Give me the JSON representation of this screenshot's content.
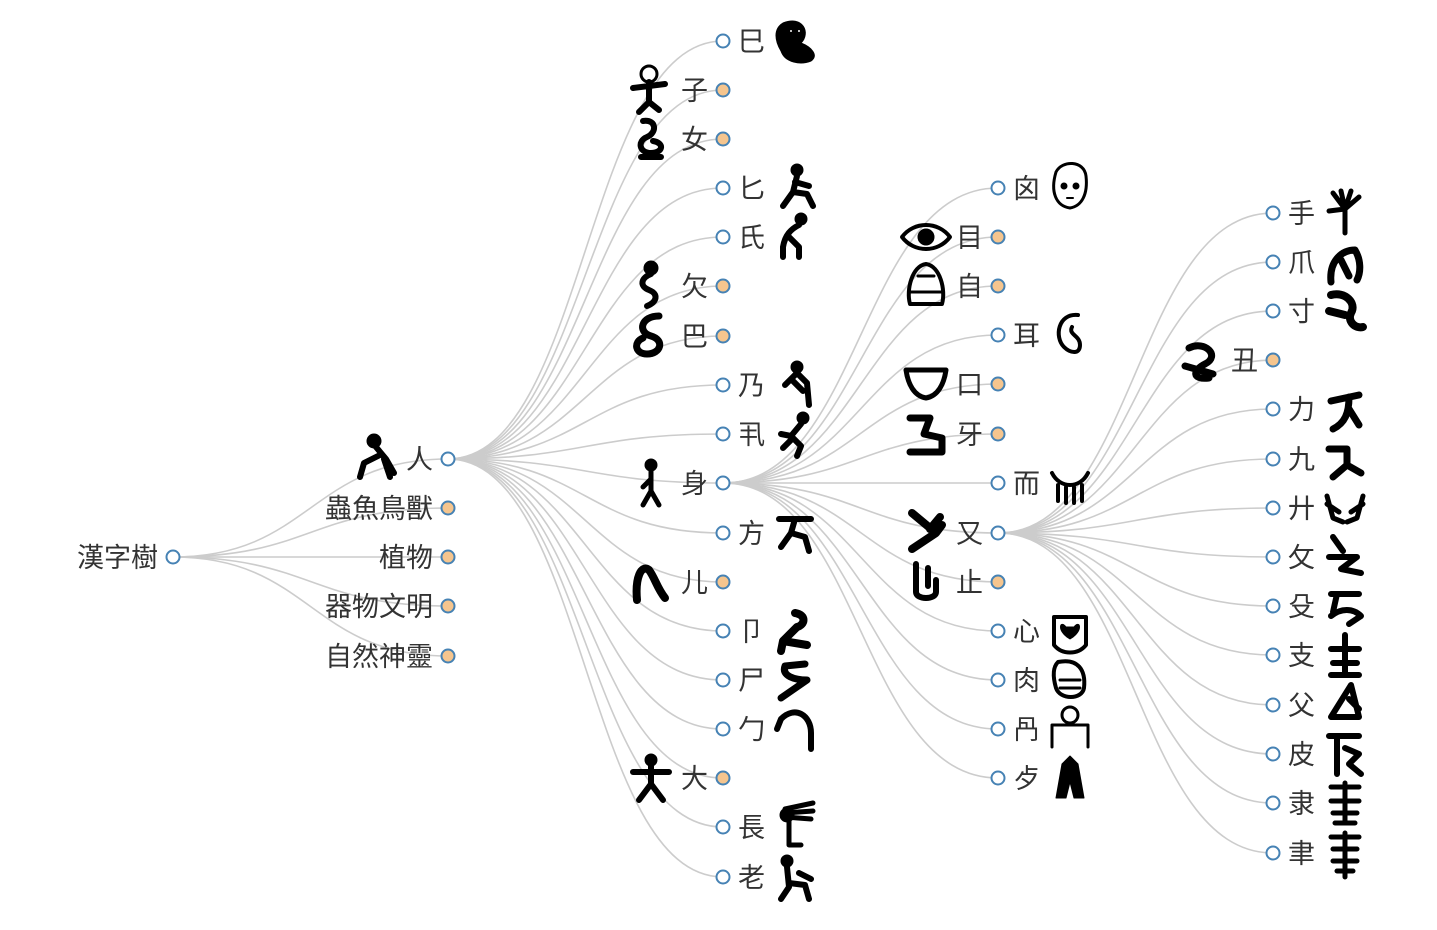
{
  "colors": {
    "link": "#cccccc",
    "circle_stroke": "#4682b4",
    "collapsed_fill": "#f5c58e",
    "expanded_fill": "#ffffff",
    "text": "#333333",
    "glyph": "#000000"
  },
  "tree": {
    "id": "root",
    "name": "漢字樹",
    "expanded": true,
    "children": [
      {
        "id": "ren",
        "name": "人",
        "expanded": true,
        "glyph": "pictogram",
        "children": [
          {
            "id": "si",
            "name": "巳",
            "expanded": true,
            "glyph": "pictogram"
          },
          {
            "id": "zi",
            "name": "子",
            "expanded": false,
            "glyph": "pictogram"
          },
          {
            "id": "nv",
            "name": "女",
            "expanded": false,
            "glyph": "pictogram"
          },
          {
            "id": "bi",
            "name": "匕",
            "expanded": true,
            "glyph": "pictogram"
          },
          {
            "id": "shi",
            "name": "氏",
            "expanded": true,
            "glyph": "pictogram"
          },
          {
            "id": "qian",
            "name": "欠",
            "expanded": false,
            "glyph": "pictogram"
          },
          {
            "id": "ba",
            "name": "巴",
            "expanded": false,
            "glyph": "pictogram"
          },
          {
            "id": "nai",
            "name": "乃",
            "expanded": true,
            "glyph": "pictogram"
          },
          {
            "id": "ji",
            "name": "丮",
            "expanded": true,
            "glyph": "pictogram"
          },
          {
            "id": "shen",
            "name": "身",
            "expanded": true,
            "glyph": "pictogram",
            "children": [
              {
                "id": "xin_s",
                "name": "囟",
                "expanded": true,
                "glyph": "pictogram"
              },
              {
                "id": "mu",
                "name": "目",
                "expanded": false,
                "glyph": "pictogram"
              },
              {
                "id": "zi2",
                "name": "自",
                "expanded": false,
                "glyph": "pictogram"
              },
              {
                "id": "er",
                "name": "耳",
                "expanded": true,
                "glyph": "pictogram"
              },
              {
                "id": "kou",
                "name": "口",
                "expanded": false,
                "glyph": "pictogram"
              },
              {
                "id": "ya",
                "name": "牙",
                "expanded": false,
                "glyph": "pictogram"
              },
              {
                "id": "er2",
                "name": "而",
                "expanded": true,
                "glyph": "pictogram"
              },
              {
                "id": "you",
                "name": "又",
                "expanded": true,
                "glyph": "pictogram",
                "children": [
                  {
                    "id": "shou",
                    "name": "手",
                    "expanded": true,
                    "glyph": "pictogram"
                  },
                  {
                    "id": "zhua",
                    "name": "爪",
                    "expanded": true,
                    "glyph": "pictogram"
                  },
                  {
                    "id": "cun",
                    "name": "寸",
                    "expanded": true,
                    "glyph": "pictogram"
                  },
                  {
                    "id": "chou",
                    "name": "丑",
                    "expanded": false,
                    "glyph": "pictogram"
                  },
                  {
                    "id": "li",
                    "name": "力",
                    "expanded": true,
                    "glyph": "pictogram"
                  },
                  {
                    "id": "jiu",
                    "name": "九",
                    "expanded": true,
                    "glyph": "pictogram"
                  },
                  {
                    "id": "gong",
                    "name": "廾",
                    "expanded": true,
                    "glyph": "pictogram"
                  },
                  {
                    "id": "pu",
                    "name": "攵",
                    "expanded": true,
                    "glyph": "pictogram"
                  },
                  {
                    "id": "shu",
                    "name": "殳",
                    "expanded": true,
                    "glyph": "pictogram"
                  },
                  {
                    "id": "zhi",
                    "name": "支",
                    "expanded": true,
                    "glyph": "pictogram"
                  },
                  {
                    "id": "fu",
                    "name": "父",
                    "expanded": true,
                    "glyph": "pictogram"
                  },
                  {
                    "id": "pi",
                    "name": "皮",
                    "expanded": true,
                    "glyph": "pictogram"
                  },
                  {
                    "id": "dai",
                    "name": "隶",
                    "expanded": true,
                    "glyph": "pictogram"
                  },
                  {
                    "id": "nie",
                    "name": "聿",
                    "expanded": true,
                    "glyph": "pictogram"
                  }
                ]
              },
              {
                "id": "zhi2",
                "name": "止",
                "expanded": false,
                "glyph": "pictogram"
              },
              {
                "id": "xin",
                "name": "心",
                "expanded": true,
                "glyph": "pictogram"
              },
              {
                "id": "rou",
                "name": "肉",
                "expanded": true,
                "glyph": "pictogram"
              },
              {
                "id": "gua",
                "name": "冎",
                "expanded": true,
                "glyph": "pictogram"
              },
              {
                "id": "dai2",
                "name": "歺",
                "expanded": true,
                "glyph": "pictogram"
              }
            ]
          },
          {
            "id": "fang",
            "name": "方",
            "expanded": true,
            "glyph": "pictogram"
          },
          {
            "id": "ren2",
            "name": "儿",
            "expanded": false,
            "glyph": "pictogram"
          },
          {
            "id": "jie",
            "name": "卩",
            "expanded": true,
            "glyph": "pictogram"
          },
          {
            "id": "shi2",
            "name": "尸",
            "expanded": true,
            "glyph": "pictogram"
          },
          {
            "id": "bao",
            "name": "勹",
            "expanded": true,
            "glyph": "pictogram"
          },
          {
            "id": "da",
            "name": "大",
            "expanded": false,
            "glyph": "pictogram"
          },
          {
            "id": "chang",
            "name": "長",
            "expanded": true,
            "glyph": "pictogram"
          },
          {
            "id": "lao",
            "name": "老",
            "expanded": true,
            "glyph": "pictogram"
          }
        ]
      },
      {
        "id": "chong",
        "name": "蟲魚鳥獸",
        "expanded": false
      },
      {
        "id": "zhiwu",
        "name": "植物",
        "expanded": false
      },
      {
        "id": "qiwu",
        "name": "器物文明",
        "expanded": false
      },
      {
        "id": "ziran",
        "name": "自然神靈",
        "expanded": false
      }
    ]
  }
}
